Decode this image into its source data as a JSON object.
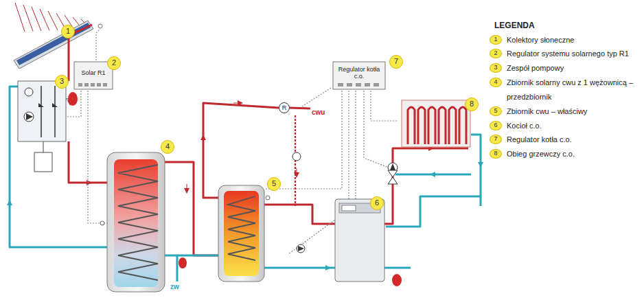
{
  "diagram": {
    "nodes": [
      {
        "text": [
          "Solar R1"
        ]
      },
      {
        "text": [
          "Regulator kotła c.o."
        ]
      },
      {
        "text": [
          "R"
        ]
      }
    ],
    "labels": [
      "1",
      "2",
      "3",
      "4",
      "5",
      "6",
      "7",
      "8",
      "cwu",
      "zw",
      "LEGENDA",
      "1",
      "2",
      "3",
      "4",
      "5",
      "6",
      "7",
      "8"
    ],
    "legend": [
      {
        "text": "Kolektory słoneczne"
      },
      {
        "text": "Regulator systemu solarnego typ R1"
      },
      {
        "text": "Zespół pompowy"
      },
      {
        "text": "Zbiornik solarny cwu z 1 wężownicą – przedzbiornik"
      },
      {
        "text": "Zbiornik cwu – właściwy"
      },
      {
        "text": "Kocioł c.o."
      },
      {
        "text": "Regulator kotła c.o."
      },
      {
        "text": "Obieg grzewczy c.o."
      }
    ]
  }
}
